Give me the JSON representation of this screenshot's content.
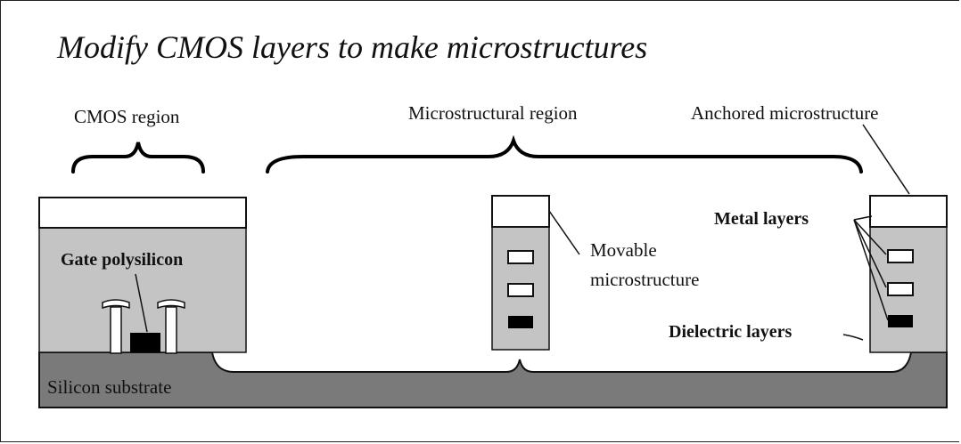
{
  "title": "Modify CMOS layers to make microstructures",
  "labels": {
    "cmos_region": "CMOS region",
    "microstructural_region": "Microstructural region",
    "anchored_microstructure": "Anchored microstructure",
    "gate_polysilicon": "Gate polysilicon",
    "movable_line1": "Movable",
    "movable_line2": "microstructure",
    "metal_layers": "Metal layers",
    "dielectric_layers": "Dielectric layers",
    "silicon_substrate": "Silicon substrate"
  },
  "colors": {
    "substrate": "#7a7a7a",
    "dielectric": "#c4c4c4",
    "metal_top": "#ffffff",
    "poly": "#000000",
    "outline": "#111111"
  }
}
